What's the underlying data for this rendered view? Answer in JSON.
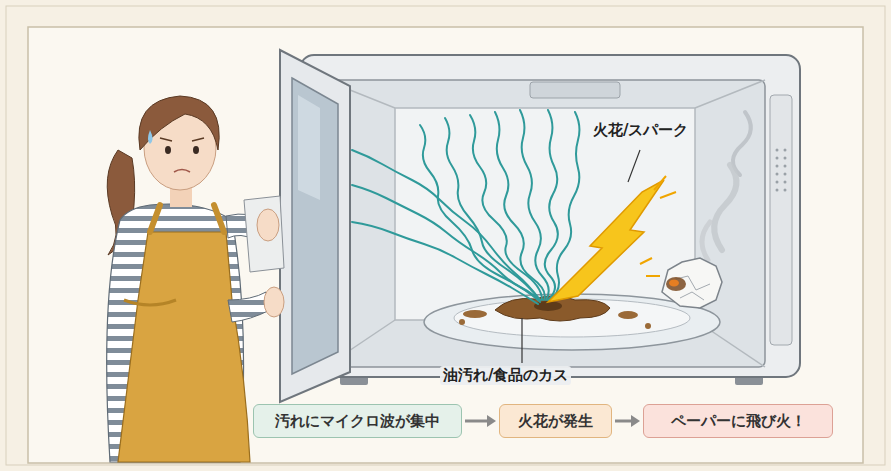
{
  "diagram": {
    "nodes": [
      {
        "text": [
          "汚れにマイクロ波が集中"
        ]
      },
      {
        "text": [
          "火花が発生"
        ]
      },
      {
        "text": [
          "ペーパーに飛び火！"
        ]
      }
    ],
    "edges": [
      {
        "from": 0,
        "to": 1,
        "arrow": "to"
      },
      {
        "from": 1,
        "to": 2,
        "arrow": "to"
      }
    ],
    "labels": [
      "火花/スパーク",
      "油汚れ/食品のカス"
    ]
  }
}
